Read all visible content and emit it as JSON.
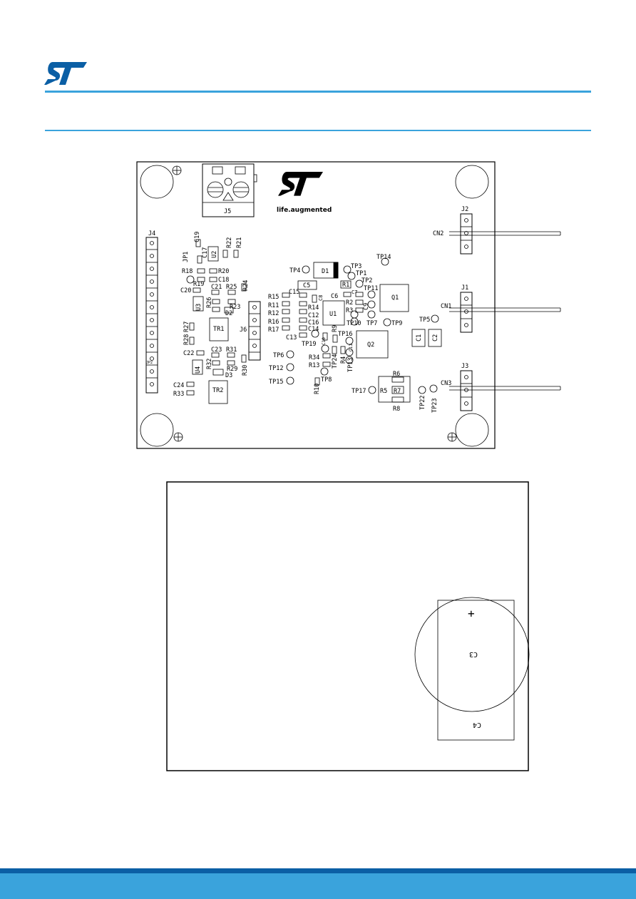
{
  "colors": {
    "accent": "#3aa3dc",
    "footer_dark": "#0b5fa5",
    "footer_light": "#3aa3dc"
  },
  "header": {
    "logo_icon": "st-logo"
  },
  "top_board": {
    "logo_text": "life.augmented",
    "connectors": {
      "j5": "J5",
      "j4": "J4",
      "j6": "J6",
      "j1": "J1",
      "j2": "J2",
      "j3": "J3",
      "cn1": "CN1",
      "cn2": "CN2",
      "cn3": "CN3"
    },
    "parts": {
      "D1": "D1",
      "C5": "C5",
      "U1": "U1",
      "Q1": "Q1",
      "Q2": "Q2",
      "C1": "C1",
      "C2": "C2",
      "TR1": "TR1",
      "TR2": "TR2",
      "U2": "U2",
      "U3": "U3",
      "U4": "U4",
      "D2": "D2",
      "D3": "D3",
      "R1": "R1",
      "R2": "R2",
      "R3": "R3",
      "R4": "R4",
      "R5": "R5",
      "R6": "R6",
      "R7": "R7",
      "R8": "R8",
      "R9": "R9",
      "R10": "R10",
      "R11": "R11",
      "R12": "R12",
      "R13": "R13",
      "R14": "R14",
      "R15": "R15",
      "R16": "R16",
      "R17": "R17",
      "R18": "R18",
      "R19": "R19",
      "R20": "R20",
      "R21": "R21",
      "R22": "R22",
      "R23": "R23",
      "R24": "R24",
      "R25": "R25",
      "R26": "R26",
      "R27": "R27",
      "R28": "R28",
      "R29": "R29",
      "R30": "R30",
      "R31": "R31",
      "R32": "R32",
      "R33": "R33",
      "R34": "R34",
      "C6": "C6",
      "C7": "C7",
      "C8": "C8",
      "C9": "C9",
      "C10": "C10",
      "C11": "C11",
      "C12": "C12",
      "C13": "C13",
      "C14": "C14",
      "C15": "C15",
      "C16": "C16",
      "C17": "C17",
      "C18": "C18",
      "C19": "C19",
      "C20": "C20",
      "C21": "C21",
      "C22": "C22",
      "C23": "C23",
      "C24": "C24",
      "JP1": "JP1",
      "JP2": "JP2"
    },
    "testpoints": {
      "TP1": "TP1",
      "TP2": "TP2",
      "TP3": "TP3",
      "TP4": "TP4",
      "TP5": "TP5",
      "TP6": "TP6",
      "TP7": "TP7",
      "TP8": "TP8",
      "TP9": "TP9",
      "TP10": "TP10",
      "TP11": "TP11",
      "TP12": "TP12",
      "TP13": "TP13",
      "TP14": "TP14",
      "TP15": "TP15",
      "TP16": "TP16",
      "TP17": "TP17",
      "TP19": "TP19",
      "TP22": "TP22",
      "TP23": "TP23",
      "TP24": "TP24",
      "TP25": "TP25"
    }
  },
  "bottom_board": {
    "c3": "C3",
    "c4": "C4",
    "plus": "+"
  }
}
